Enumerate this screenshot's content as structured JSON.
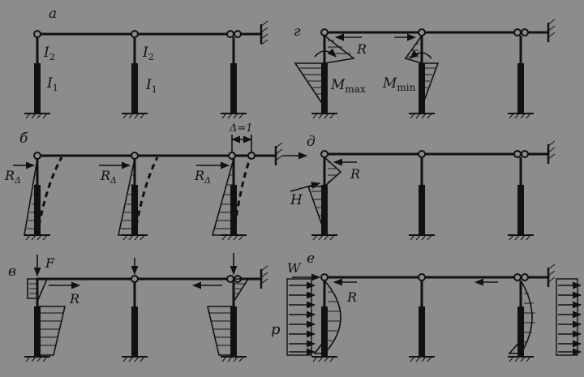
{
  "figure": {
    "background": "#8c8c8c",
    "ink": "#111111",
    "panels": [
      {
        "id": "a",
        "title": "а",
        "labels": {
          "i2_left": "I",
          "i2_left_sub": "2",
          "i1_left": "I",
          "i1_left_sub": "1",
          "i2_mid": "I",
          "i2_mid_sub": "2",
          "i1_mid": "I",
          "i1_mid_sub": "1"
        }
      },
      {
        "id": "b",
        "title": "б",
        "labels": {
          "delta": "Δ=1",
          "r1": "R",
          "r1_sub": "Δ",
          "r2": "R",
          "r2_sub": "Δ",
          "r3": "R",
          "r3_sub": "Δ"
        }
      },
      {
        "id": "v",
        "title": "в",
        "labels": {
          "f": "F",
          "r": "R"
        }
      },
      {
        "id": "g",
        "title": "г",
        "labels": {
          "r": "R",
          "mmax": "M",
          "mmax_sub": "max",
          "mmin": "M",
          "mmin_sub": "min"
        }
      },
      {
        "id": "d",
        "title": "д",
        "labels": {
          "h": "H",
          "r": "R"
        }
      },
      {
        "id": "e",
        "title": "е",
        "labels": {
          "w": "W",
          "p": "p",
          "r": "R"
        }
      }
    ]
  }
}
